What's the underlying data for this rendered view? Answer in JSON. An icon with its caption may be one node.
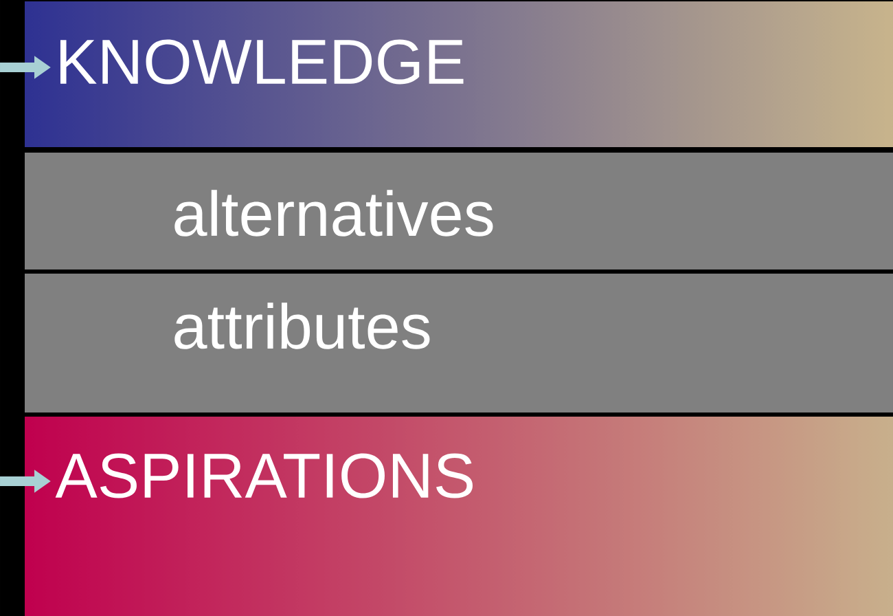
{
  "diagram": {
    "nodes": [
      {
        "text": [
          "KNOWLEDGE"
        ]
      },
      {
        "text": [
          "alternatives"
        ]
      },
      {
        "text": [
          "attributes"
        ]
      },
      {
        "text": [
          "ASPIRATIONS"
        ]
      }
    ],
    "edges": [
      {
        "from": null,
        "to": 0,
        "arrow": "to"
      },
      {
        "from": null,
        "to": 3,
        "arrow": "to"
      }
    ]
  }
}
